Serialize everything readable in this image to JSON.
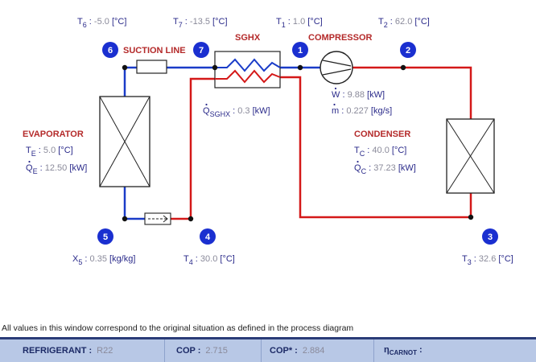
{
  "states": {
    "T6": {
      "sym": "T",
      "sub": "6",
      "sep": " : ",
      "value": "-5.0",
      "unit": " [°C]"
    },
    "T7": {
      "sym": "T",
      "sub": "7",
      "sep": " : ",
      "value": "-13.5",
      "unit": " [°C]"
    },
    "T1": {
      "sym": "T",
      "sub": "1",
      "sep": " : ",
      "value": "1.0",
      "unit": " [°C]"
    },
    "T2": {
      "sym": "T",
      "sub": "2",
      "sep": " : ",
      "value": "62.0",
      "unit": " [°C]"
    },
    "T3": {
      "sym": "T",
      "sub": "3",
      "sep": " : ",
      "value": "32.6",
      "unit": " [°C]"
    },
    "T4": {
      "sym": "T",
      "sub": "4",
      "sep": " : ",
      "value": "30.0",
      "unit": " [°C]"
    },
    "X5": {
      "sym": "X",
      "sub": "5",
      "sep": " : ",
      "value": "0.35",
      "unit": " [kg/kg]"
    }
  },
  "components": {
    "suction_line": "SUCTION LINE",
    "sghx": "SGHX",
    "compressor": "COMPRESSOR",
    "evaporator": "EVAPORATOR",
    "condenser": "CONDENSER"
  },
  "component_values": {
    "QSGHX": {
      "sym": "Q",
      "sub": "SGHX",
      "sep": " :  ",
      "value": "0.3",
      "unit": " [kW]"
    },
    "W": {
      "sym": "W",
      "sub": "",
      "sep": " : ",
      "value": "9.88",
      "unit": " [kW]"
    },
    "m": {
      "sym": "m",
      "sub": "",
      "sep": " : ",
      "value": "0.227",
      "unit": " [kg/s]"
    },
    "TE": {
      "sym": "T",
      "sub": "E",
      "sep": " : ",
      "value": "5.0",
      "unit": " [°C]"
    },
    "QE": {
      "sym": "Q",
      "sub": "E",
      "sep": " : ",
      "value": "12.50",
      "unit": " [kW]"
    },
    "TC": {
      "sym": "T",
      "sub": "C",
      "sep": " : ",
      "value": "40.0",
      "unit": " [°C]"
    },
    "QC": {
      "sym": "Q",
      "sub": "C",
      "sep": " : ",
      "value": "37.23",
      "unit": " [kW]"
    }
  },
  "node_numbers": [
    "1",
    "2",
    "3",
    "4",
    "5",
    "6",
    "7"
  ],
  "footnote": "All values in this window correspond to the original situation as defined in the process diagram",
  "status": {
    "refrigerant_label": "REFRIGERANT :",
    "refrigerant_value": "R22",
    "cop_label": "COP :",
    "cop_value": "2.715",
    "copstar_label": "COP* :",
    "copstar_value": "2.884",
    "carnot_sym": "η",
    "carnot_sub": "CARNOT",
    "carnot_sep": " :"
  },
  "colors": {
    "low_pressure": "#1a3cc8",
    "high_pressure": "#d41818",
    "badge": "#1a2fd0",
    "component_label": "#b42a2a"
  }
}
